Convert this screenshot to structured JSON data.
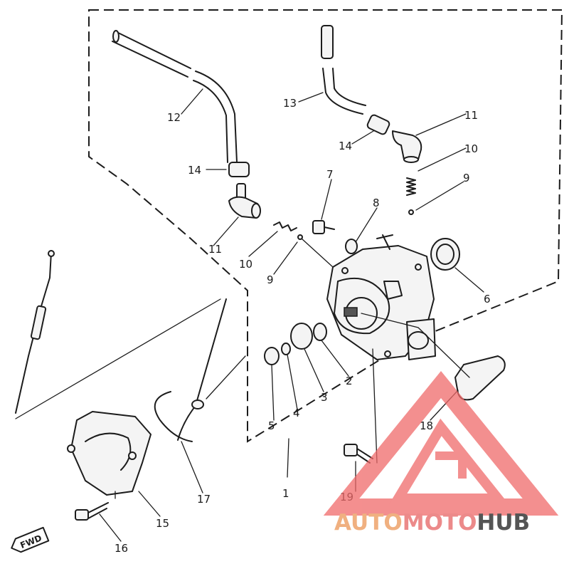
{
  "diagram": {
    "callouts": [
      "1",
      "2",
      "3",
      "4",
      "5",
      "6",
      "7",
      "8",
      "9",
      "9",
      "10",
      "10",
      "11",
      "11",
      "12",
      "13",
      "14",
      "14",
      "15",
      "16",
      "17",
      "18",
      "19"
    ],
    "direction_marker": "FWD"
  },
  "watermark": {
    "part1": "AUTO",
    "part2": "MOTO",
    "part3": "HUB",
    "colors": {
      "auto": "#f0b080",
      "moto": "#ec8a8a",
      "hub": "#555555",
      "logo": "#f06a6a"
    }
  }
}
